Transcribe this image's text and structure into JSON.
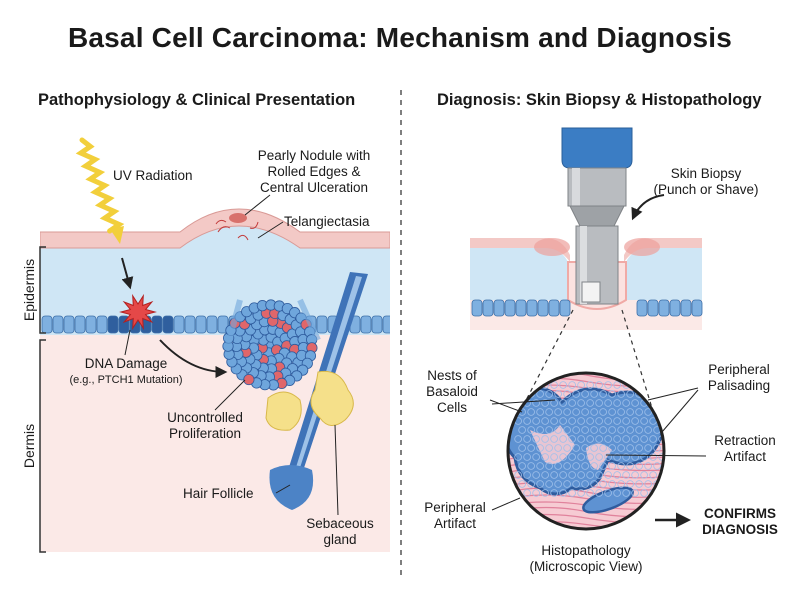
{
  "title": "Basal Cell Carcinoma: Mechanism and Diagnosis",
  "left_panel": {
    "title": "Pathophysiology & Clinical Presentation",
    "labels": {
      "uv": "UV Radiation",
      "nodule_1": "Pearly Nodule with",
      "nodule_2": "Rolled Edges &",
      "nodule_3": "Central Ulceration",
      "telangiectasia": "Telangiectasia",
      "dna_1": "DNA Damage",
      "dna_2": "(e.g., PTCH1 Mutation)",
      "prolif_1": "Uncontrolled",
      "prolif_2": "Proliferation",
      "hair": "Hair Follicle",
      "sebaceous_1": "Sebaceous",
      "sebaceous_2": "gland",
      "epidermis": "Epidermis",
      "dermis": "Dermis"
    }
  },
  "right_panel": {
    "title": "Diagnosis: Skin Biopsy & Histopathology",
    "labels": {
      "biopsy_1": "Skin Biopsy",
      "biopsy_2": "(Punch or Shave)",
      "nests_1": "Nests of",
      "nests_2": "Basaloid",
      "nests_3": "Cells",
      "palisading_1": "Peripheral",
      "palisading_2": "Palisading",
      "retraction_1": "Retraction",
      "retraction_2": "Artifact",
      "periph_artifact_1": "Peripheral",
      "periph_artifact_2": "Artifact",
      "histo_1": "Histopathology",
      "histo_2": "(Microscopic View)",
      "confirms_1": "CONFIRMS",
      "confirms_2": "DIAGNOSIS"
    }
  },
  "colors": {
    "skin_surface": "#f3c9c6",
    "epidermis": "#cfe6f5",
    "dermis": "#fbe9e7",
    "cell_blue": "#6fa6dc",
    "cell_red": "#e0666a",
    "gland_yellow": "#f5e08a",
    "uv_yellow": "#f2cf3b",
    "instrument_blue": "#3b7dc4"
  }
}
